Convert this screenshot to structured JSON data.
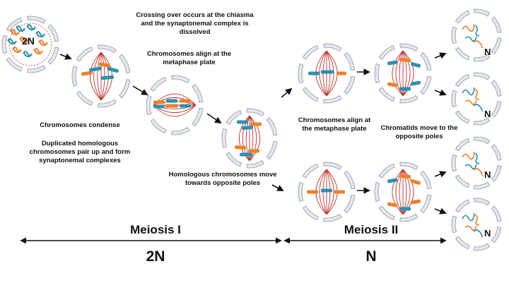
{
  "labels": {
    "crossing_over": "Crossing over occurs at the chiasma and the synaptonemal complex is dissolved",
    "align_meta1": "Chromosomes align at the metaphase plate",
    "condense": "Chromosomes condense",
    "pair_up": "Duplicated homologous chromosomes pair up and form synaptonemal complexes",
    "homologous_move": "Homologous chromosomes move towards opposite poles",
    "align_meta2": "Chromosomes align at the metaphase plate",
    "chromatids_move": "Chromatids move to the opposite poles"
  },
  "phases": {
    "meiosis1": "Meiosis I",
    "meiosis2": "Meiosis II"
  },
  "ploidy": {
    "first": "2N",
    "second": "N",
    "start_cell": "2N",
    "product_cell": "N"
  },
  "colors": {
    "orange": "#f07f2a",
    "blue": "#2e8fb0",
    "spindle": "#b8342e",
    "membrane": "#c6cbd6"
  }
}
